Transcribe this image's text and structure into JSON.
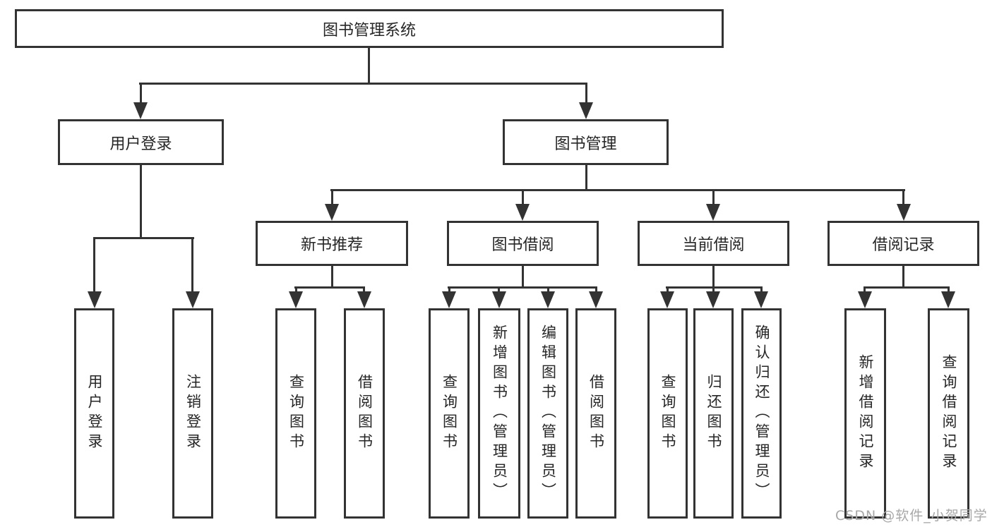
{
  "colors": {
    "line": "#333333",
    "text": "#262626",
    "watermark": "#a8a8a8",
    "background": "#ffffff"
  },
  "watermark": "CSDN @软件_小贺同学",
  "tree": {
    "label": "图书管理系统",
    "children": [
      {
        "label": "用户登录",
        "children": [
          {
            "label": "用户登录"
          },
          {
            "label": "注销登录"
          }
        ]
      },
      {
        "label": "图书管理",
        "children": [
          {
            "label": "新书推荐",
            "children": [
              {
                "label": "查询图书"
              },
              {
                "label": "借阅图书"
              }
            ]
          },
          {
            "label": "图书借阅",
            "children": [
              {
                "label": "查询图书"
              },
              {
                "label": "新增图书（管理员）"
              },
              {
                "label": "编辑图书（管理员）"
              },
              {
                "label": "借阅图书"
              }
            ]
          },
          {
            "label": "当前借阅",
            "children": [
              {
                "label": "查询图书"
              },
              {
                "label": "归还图书"
              },
              {
                "label": "确认归还（管理员）"
              }
            ]
          },
          {
            "label": "借阅记录",
            "children": [
              {
                "label": "新增借阅记录"
              },
              {
                "label": "查询借阅记录"
              }
            ]
          }
        ]
      }
    ]
  }
}
